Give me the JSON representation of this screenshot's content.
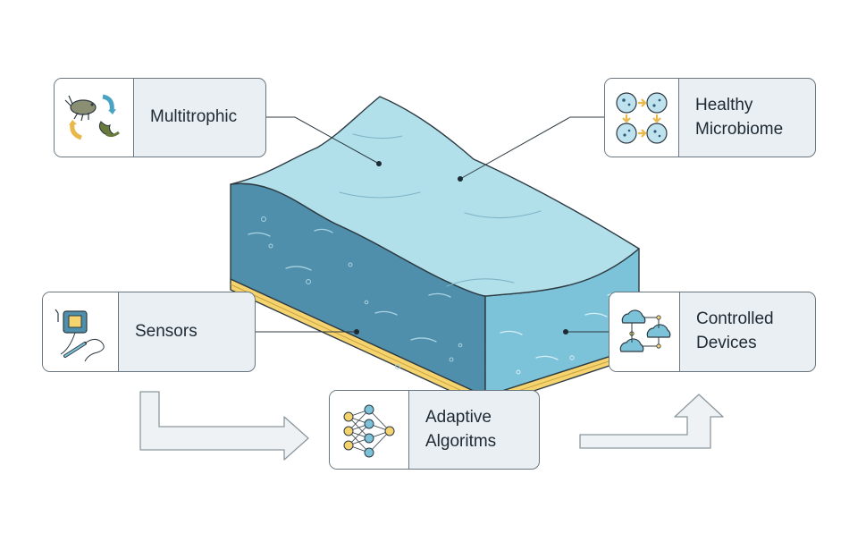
{
  "nodes": {
    "multitrophic": {
      "label": "Multitrophic",
      "icon": "shrimp-seaweed-cycle-icon"
    },
    "microbiome": {
      "line1": "Healthy",
      "line2": "Microbiome",
      "icon": "microbe-petri-icon"
    },
    "sensors": {
      "label": "Sensors",
      "icon": "sensor-probe-icon"
    },
    "devices": {
      "line1": "Controlled",
      "line2": "Devices",
      "icon": "cloud-network-icon"
    },
    "algorithms": {
      "line1": "Adaptive",
      "line2": "Algoritms",
      "icon": "neural-network-icon"
    }
  },
  "colors": {
    "water_top": "#b1e0ea",
    "water_left": "#4f8fab",
    "water_right": "#7cc2d8",
    "sand": "#f5d36e",
    "card_bg": "#e9eff3",
    "card_border": "#6b7780",
    "arrow_fill": "#eef2f5"
  }
}
